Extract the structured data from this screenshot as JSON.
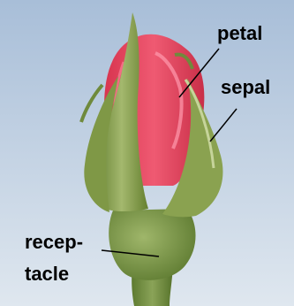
{
  "labels": {
    "petal": "petal",
    "sepal": "sepal",
    "receptacle_line1": "recep-",
    "receptacle_line2": "tacle"
  },
  "colors": {
    "sky_top": "#a9bfd9",
    "sky_bottom": "#dde6ee",
    "petal_pink": "#e2435f",
    "petal_highlight": "#ff9aae",
    "sepal_green": "#8fa85a",
    "sepal_dark": "#5f7a32",
    "receptacle_green": "#7f9a52",
    "pointer_line": "#000000"
  }
}
